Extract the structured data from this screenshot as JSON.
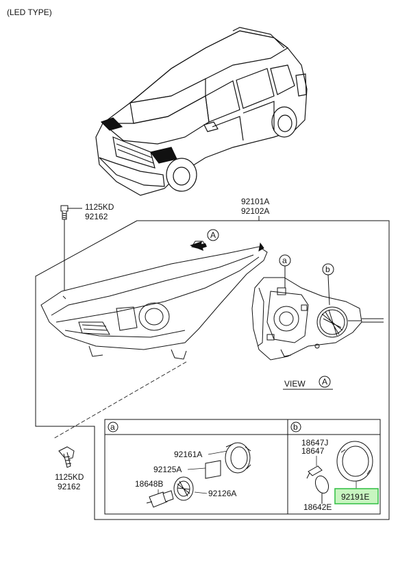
{
  "header": {
    "title": "(LED TYPE)"
  },
  "main_assembly": {
    "part_a": "92101A",
    "part_b": "92102A"
  },
  "top_bolt": {
    "part_a": "1125KD",
    "part_b": "92162"
  },
  "bottom_bolt": {
    "part_a": "1125KD",
    "part_b": "92162"
  },
  "view": {
    "label": "VIEW",
    "marker": "A"
  },
  "arrow_marker": "A",
  "callouts": {
    "a": "a",
    "b": "b"
  },
  "section_a": {
    "tag": "a",
    "parts": {
      "cap": "92161A",
      "gasket": "92125A",
      "bulb": "18648B",
      "socket": "92126A"
    }
  },
  "section_b": {
    "tag": "b",
    "parts": {
      "holder": "18647J",
      "holder_alt": "18647",
      "bulb": "18642E",
      "cap": "92191E"
    }
  },
  "highlight_color": "#39c24a"
}
